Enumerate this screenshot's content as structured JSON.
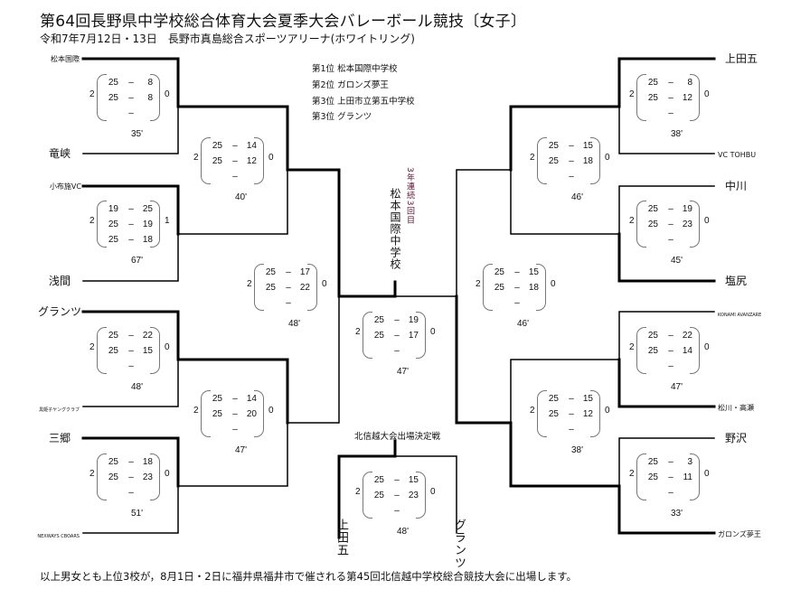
{
  "header": {
    "title": "第64回長野県中学校総合体育大会夏季大会バレーボール競技〔女子〕",
    "subtitle": "令和7年7月12日・13日　長野市真島総合スポーツアリーナ(ホワイトリング)"
  },
  "standings": [
    "第1位 松本国際中学校",
    "第2位 ガロンズ夢王",
    "第3位 上田市立第五中学校",
    "第3位 グランツ"
  ],
  "champion": {
    "name": "松本国際中学校",
    "note": "3年連続3回目"
  },
  "teams_left": [
    "松本国際",
    "竜峡",
    "小布施VC",
    "浅間",
    "グランツ",
    "黒姫子ヤングクラブ",
    "三郷",
    "NEXWAYS CBOARS"
  ],
  "teams_right": [
    "上田五",
    "VC TOHBU",
    "中川",
    "塩尻",
    "KONAMI AVANZARE",
    "松川・高瀬",
    "野沢",
    "ガロンズ夢王"
  ],
  "third_place": {
    "label": "北信越大会出場決定戦",
    "team_left": "上田五",
    "team_right": "グランツ"
  },
  "matches": [
    {
      "id": "L1",
      "won": [
        2,
        0
      ],
      "sets": [
        [
          25,
          8
        ],
        [
          25,
          8
        ],
        [
          "",
          ""
        ]
      ],
      "time": "35'"
    },
    {
      "id": "L2",
      "won": [
        2,
        1
      ],
      "sets": [
        [
          19,
          25
        ],
        [
          25,
          19
        ],
        [
          25,
          18
        ]
      ],
      "time": "67'"
    },
    {
      "id": "L3",
      "won": [
        2,
        0
      ],
      "sets": [
        [
          25,
          22
        ],
        [
          25,
          15
        ],
        [
          "",
          ""
        ]
      ],
      "time": "48'"
    },
    {
      "id": "L4",
      "won": [
        2,
        0
      ],
      "sets": [
        [
          25,
          18
        ],
        [
          25,
          23
        ],
        [
          "",
          ""
        ]
      ],
      "time": "51'"
    },
    {
      "id": "L5",
      "won": [
        2,
        0
      ],
      "sets": [
        [
          25,
          14
        ],
        [
          25,
          12
        ],
        [
          "",
          ""
        ]
      ],
      "time": "40'"
    },
    {
      "id": "L6",
      "won": [
        2,
        0
      ],
      "sets": [
        [
          25,
          14
        ],
        [
          25,
          20
        ],
        [
          "",
          ""
        ]
      ],
      "time": "47'"
    },
    {
      "id": "LS",
      "won": [
        2,
        0
      ],
      "sets": [
        [
          25,
          17
        ],
        [
          25,
          22
        ],
        [
          "",
          ""
        ]
      ],
      "time": "48'"
    },
    {
      "id": "F",
      "won": [
        2,
        0
      ],
      "sets": [
        [
          25,
          19
        ],
        [
          25,
          17
        ],
        [
          "",
          ""
        ]
      ],
      "time": "47'"
    },
    {
      "id": "T3",
      "won": [
        2,
        0
      ],
      "sets": [
        [
          25,
          15
        ],
        [
          25,
          23
        ],
        [
          "",
          ""
        ]
      ],
      "time": "48'"
    },
    {
      "id": "RS",
      "won": [
        2,
        0
      ],
      "sets": [
        [
          25,
          15
        ],
        [
          25,
          18
        ],
        [
          "",
          ""
        ]
      ],
      "time": "46'"
    },
    {
      "id": "R5",
      "won": [
        2,
        0
      ],
      "sets": [
        [
          25,
          15
        ],
        [
          25,
          18
        ],
        [
          "",
          ""
        ]
      ],
      "time": "46'"
    },
    {
      "id": "R6",
      "won": [
        2,
        0
      ],
      "sets": [
        [
          25,
          15
        ],
        [
          25,
          12
        ],
        [
          "",
          ""
        ]
      ],
      "time": "38'"
    },
    {
      "id": "R1",
      "won": [
        2,
        0
      ],
      "sets": [
        [
          25,
          8
        ],
        [
          25,
          12
        ],
        [
          "",
          ""
        ]
      ],
      "time": "38'"
    },
    {
      "id": "R2",
      "won": [
        2,
        0
      ],
      "sets": [
        [
          25,
          19
        ],
        [
          25,
          23
        ],
        [
          "",
          ""
        ]
      ],
      "time": "45'"
    },
    {
      "id": "R3",
      "won": [
        2,
        0
      ],
      "sets": [
        [
          25,
          22
        ],
        [
          25,
          14
        ],
        [
          "",
          ""
        ]
      ],
      "time": "47'"
    },
    {
      "id": "R4",
      "won": [
        2,
        0
      ],
      "sets": [
        [
          25,
          3
        ],
        [
          25,
          11
        ],
        [
          "",
          ""
        ]
      ],
      "time": "33'"
    }
  ],
  "footer": "以上男女とも上位3校が，8月1日・2日に福井県福井市で催される第45回北信越中学校総合競技大会に出場します。"
}
